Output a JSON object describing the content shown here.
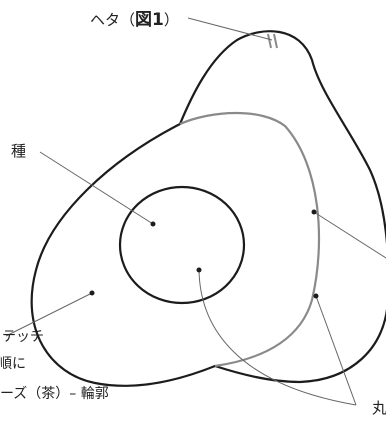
{
  "labels": {
    "heta": "ヘタ（",
    "fig": "図1",
    "heta_close": "）",
    "seed": "種",
    "tetchi": "テッチ",
    "jun": "順に",
    "bottom": "ーズ（茶）– 輪郭",
    "right_cut": "丸"
  },
  "colors": {
    "outline": "#1c1c1c",
    "inner_outline": "#8a8a8a",
    "leader": "#666666",
    "dot": "#1c1c1c"
  }
}
